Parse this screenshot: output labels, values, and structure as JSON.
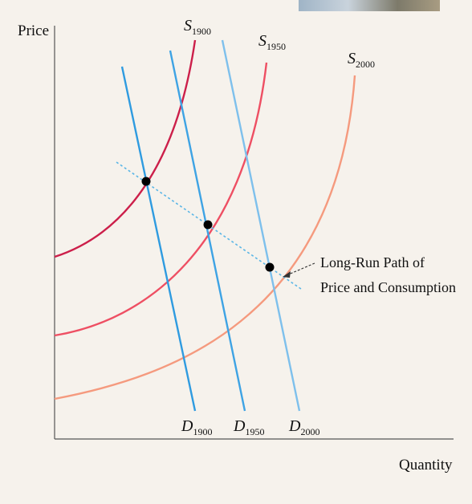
{
  "chart_data": {
    "type": "line",
    "xlabel": "Quantity",
    "ylabel": "Price",
    "supply_curves": [
      {
        "name": "S",
        "sub": "1900",
        "color": "#cc1f4a"
      },
      {
        "name": "S",
        "sub": "1950",
        "color": "#ee4f63"
      },
      {
        "name": "S",
        "sub": "2000",
        "color": "#f59a7e"
      }
    ],
    "demand_curves": [
      {
        "name": "D",
        "sub": "1900",
        "color": "#2f9be0"
      },
      {
        "name": "D",
        "sub": "1950",
        "color": "#3ea3e4"
      },
      {
        "name": "D",
        "sub": "2000",
        "color": "#7ec0ec"
      }
    ],
    "equilibrium_points": 3,
    "annotation": [
      "Long-Run Path of",
      "Price and Consumption"
    ]
  }
}
